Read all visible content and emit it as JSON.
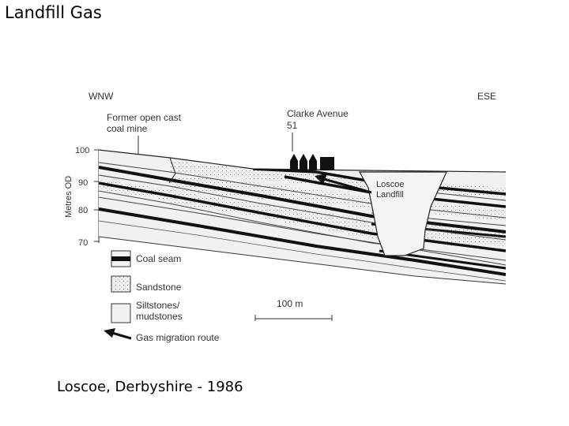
{
  "slide": {
    "title": "Landfill Gas",
    "caption": "Loscoe, Derbyshire - 1986"
  },
  "figure": {
    "orientation_left": "WNW",
    "orientation_right": "ESE",
    "mine_label_1": "Former open cast",
    "mine_label_2": "coal mine",
    "street_label_1": "Clarke Avenue",
    "street_label_2": "51",
    "landfill_label_1": "Loscoe",
    "landfill_label_2": "Landfill",
    "y_axis_label": "Metres OD",
    "y_ticks": [
      "100",
      "90",
      "80",
      "70"
    ],
    "scale_label": "100 m",
    "legend": {
      "coal": "Coal seam",
      "sandstone": "Sandstone",
      "siltstone_1": "Siltstones/",
      "siltstone_2": "mudstones",
      "gas": "Gas migration route"
    }
  }
}
